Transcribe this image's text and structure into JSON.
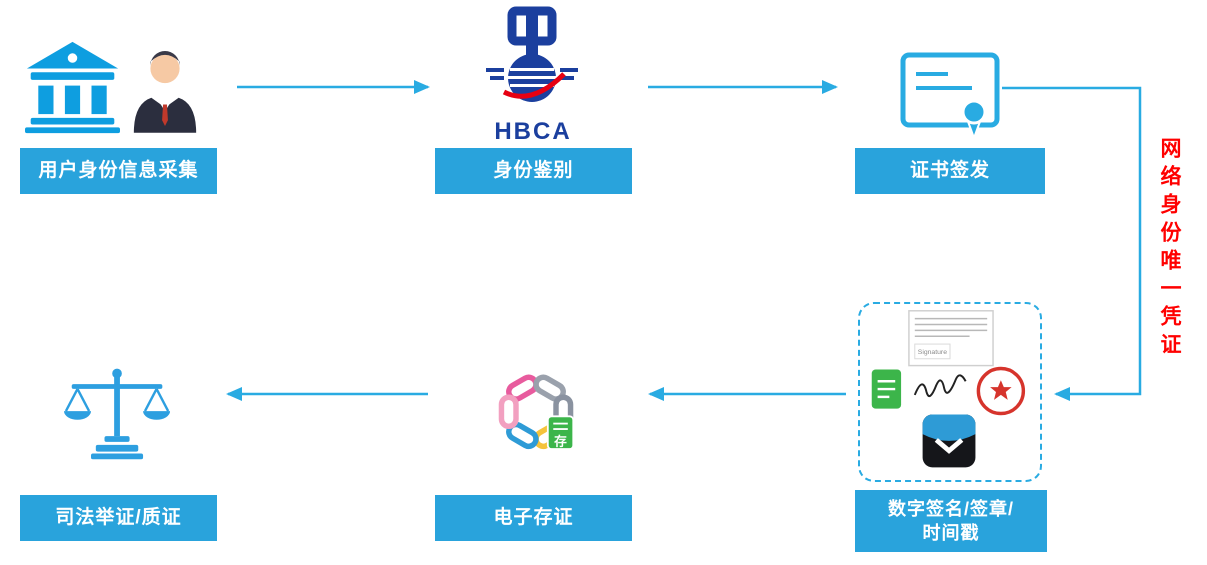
{
  "colors": {
    "accent": "#29ABE2",
    "label_bg": "#29A3DC",
    "note_red": "#FF0000",
    "hbca_blue": "#1B3F9E",
    "hbca_red": "#E60012"
  },
  "nodes": {
    "collect": {
      "label": "用户身份信息采集"
    },
    "authenticate": {
      "label": "身份鉴别"
    },
    "issue": {
      "label": "证书签发"
    },
    "sign": {
      "label_line1": "数字签名/签章/",
      "label_line2": "时间戳"
    },
    "store": {
      "label": "电子存证"
    },
    "judicial": {
      "label": "司法举证/质证"
    }
  },
  "side_note": {
    "text": "网络身份唯一凭证"
  },
  "hbca_logo": {
    "text": "HBCA"
  },
  "sign_box": {
    "signature_label": "Signature"
  },
  "store_icon": {
    "doc_char": "存"
  }
}
